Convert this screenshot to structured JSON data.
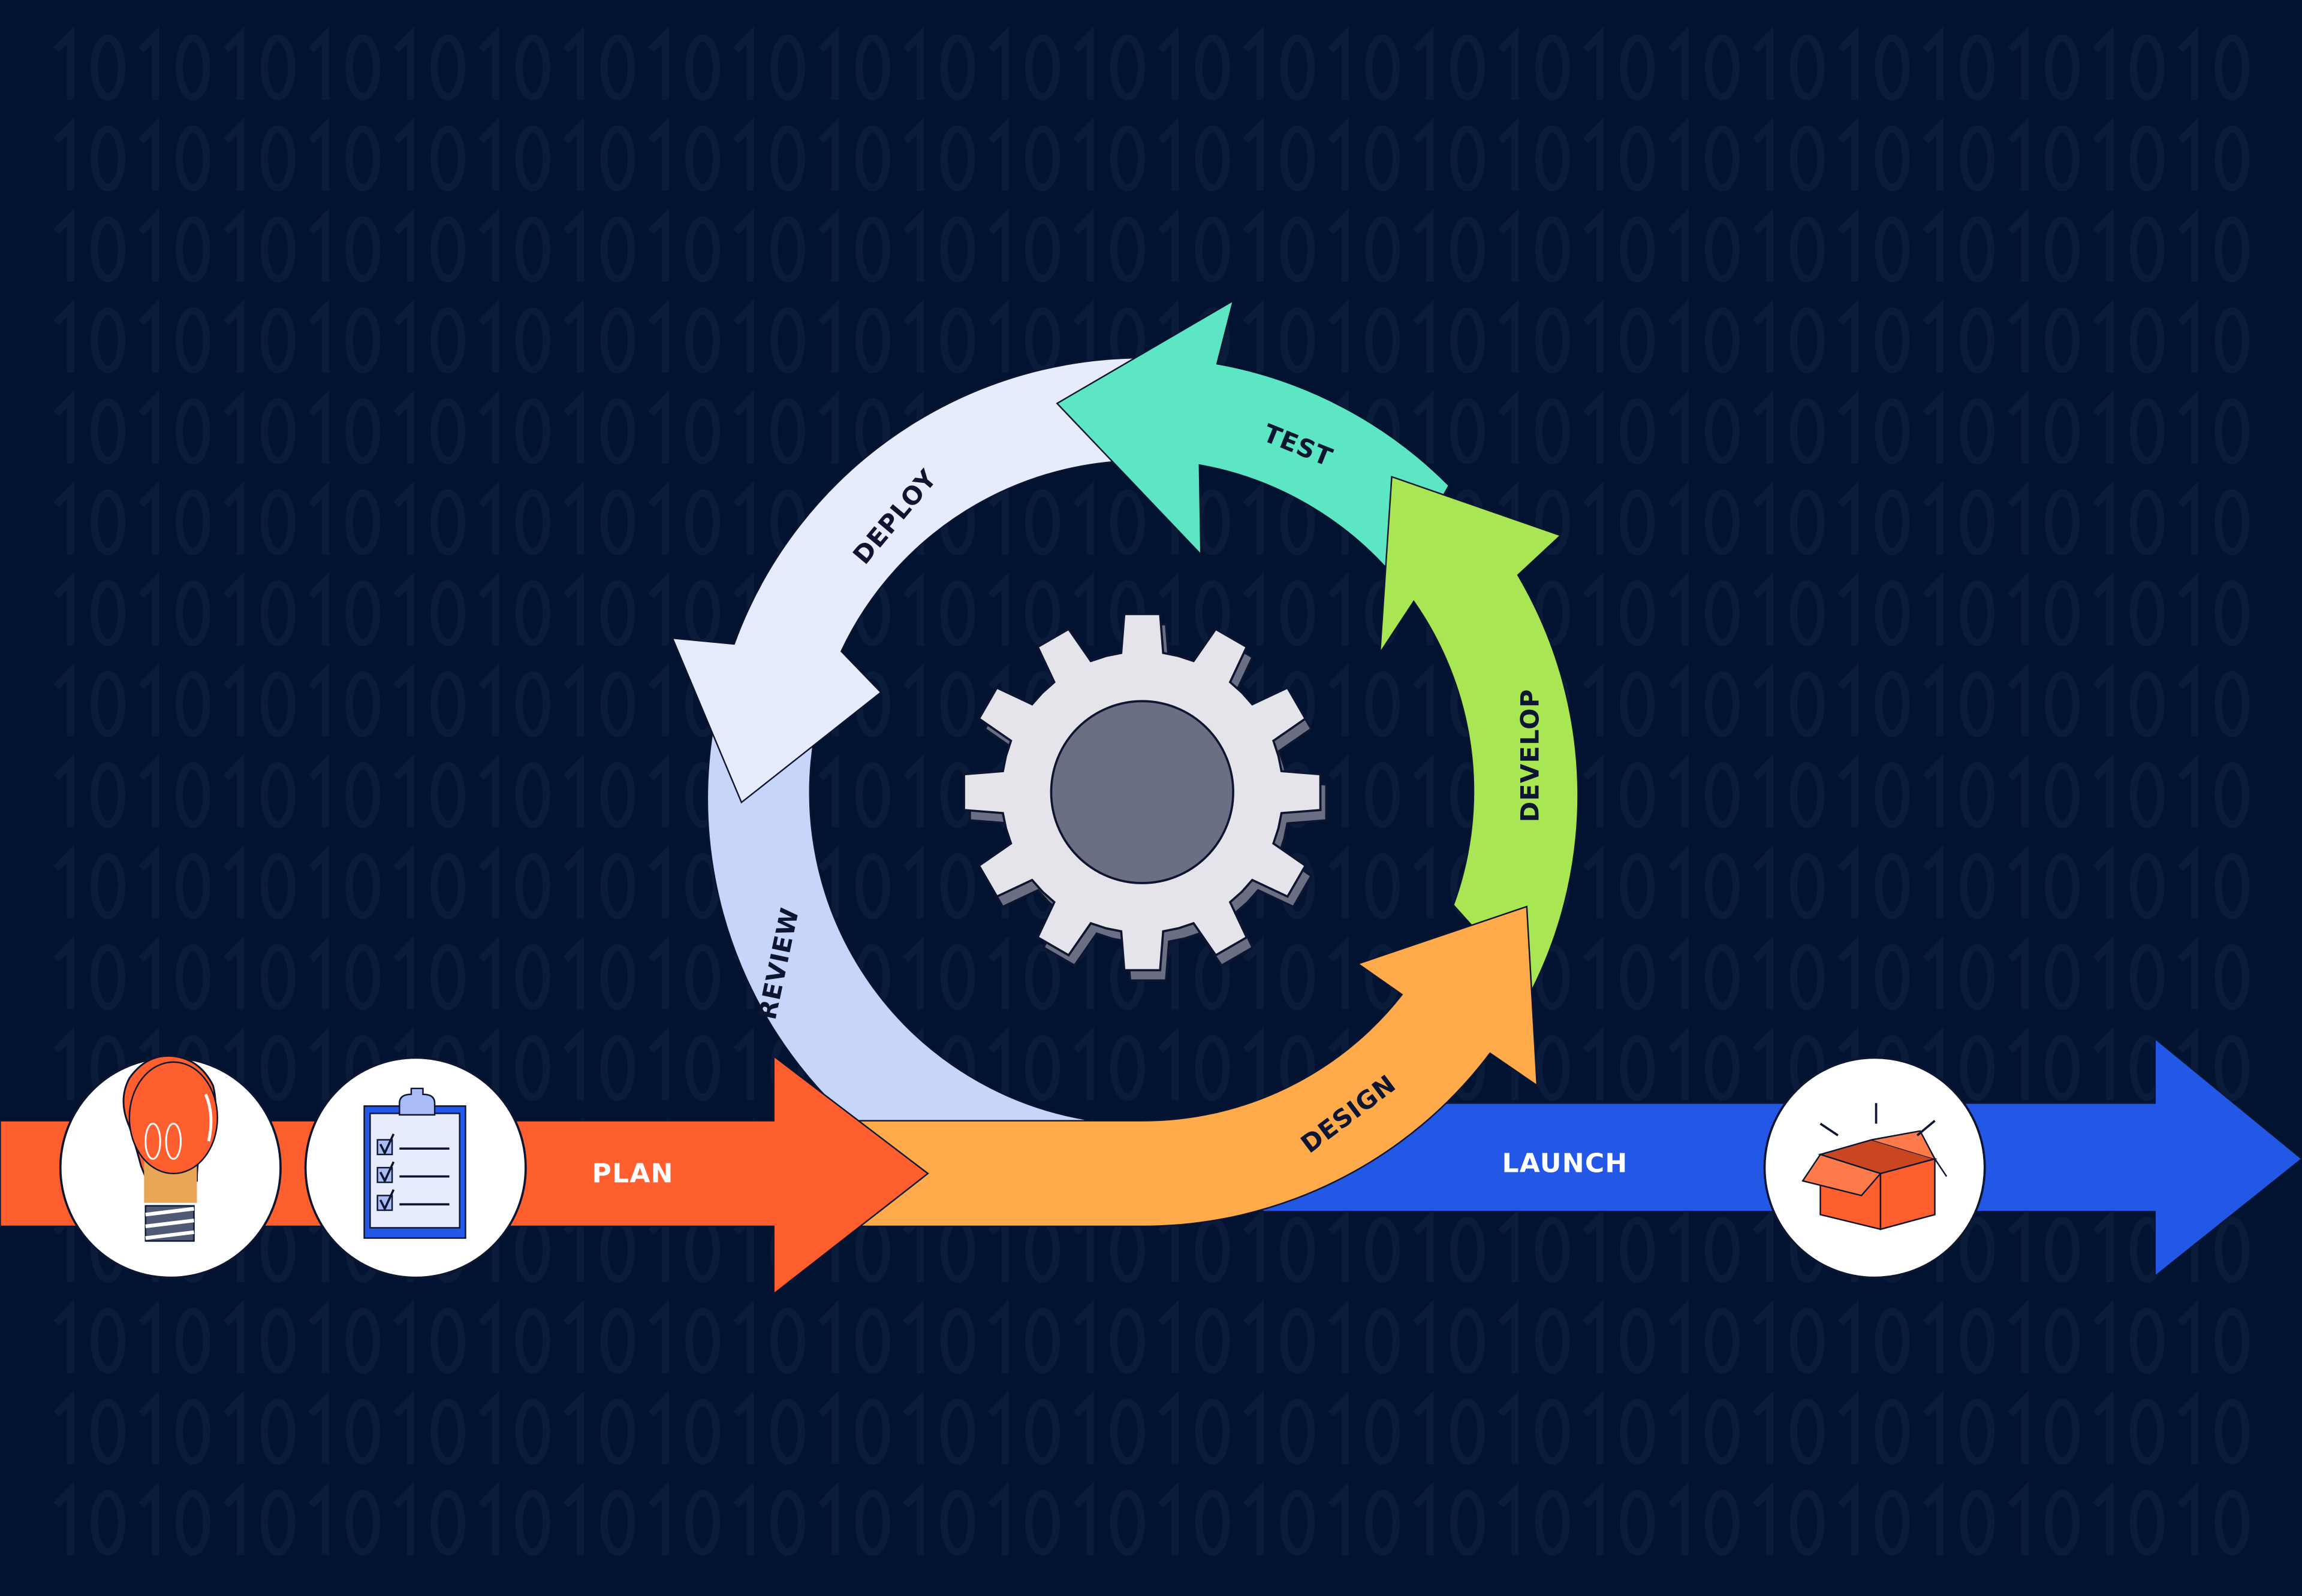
{
  "background": {
    "color": "#011331",
    "pattern_text": "1010101010101010101010101010101010101010101010101010",
    "pattern_color": "#0b1c3b"
  },
  "stages": {
    "plan": {
      "label": "PLAN",
      "color": "#ff5f2e"
    },
    "design": {
      "label": "DESIGN",
      "color": "#ffab4c"
    },
    "develop": {
      "label": "DEVELOP",
      "color": "#a8e654"
    },
    "test": {
      "label": "TEST",
      "color": "#5de6c4"
    },
    "deploy": {
      "label": "DEPLOY",
      "color": "#e6ecfb"
    },
    "review": {
      "label": "REVIEW",
      "color": "#c8d5fb"
    },
    "launch": {
      "label": "LAUNCH",
      "color": "#2358e6"
    }
  },
  "icons": [
    "lightbulb-icon",
    "clipboard-checklist-icon",
    "open-box-icon",
    "gear-icon"
  ]
}
